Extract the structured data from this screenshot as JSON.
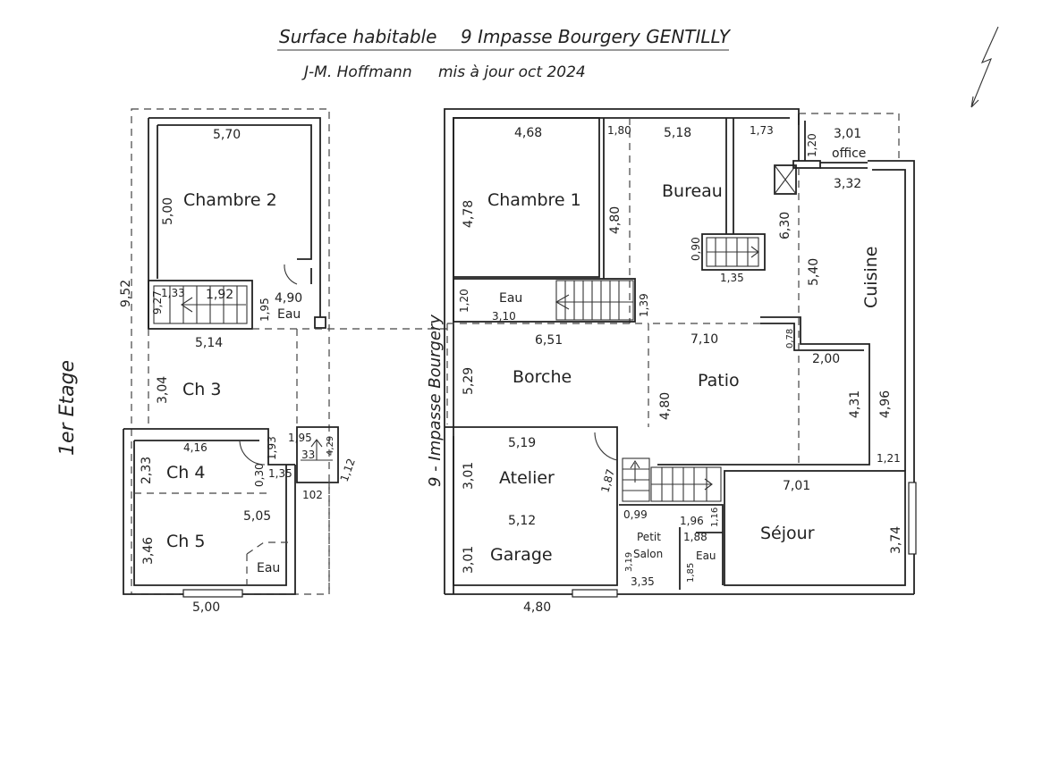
{
  "header": {
    "title_left": "Surface habitable",
    "title_right": "9 Impasse Bourgery GENTILLY",
    "author": "J-M. Hoffmann",
    "update": "mis à jour oct 2024"
  },
  "side": {
    "floor_label": "1er Etage",
    "street_label": "9 - Impasse Bourgery"
  },
  "upper_floor": {
    "rooms": {
      "chambre2": "Chambre 2",
      "ch3": "Ch 3",
      "ch4": "Ch 4",
      "ch5": "Ch 5",
      "eau_stair": "Eau",
      "eau_ch5": "Eau"
    },
    "dims": {
      "chambre2_width": "5,70",
      "chambre2_depth": "5,00",
      "total_depth": "9,52",
      "stair_a": "9,27",
      "stair_b": "1,33",
      "stair_c": "1,92",
      "eau_a": "1,95",
      "eau_b": "4,90",
      "ch3_width": "5,14",
      "ch3_depth": "3,04",
      "ch4_width": "4,16",
      "ch4_depth": "2,33",
      "door_a": "1,93",
      "door_b": "0,30",
      "corridor": "1,35",
      "stair2_a": "1,95",
      "stair2_b": "4,29",
      "stair2_c": "33",
      "right_depth": "1,12",
      "right_width": "102",
      "ch5_width": "5,05",
      "ch5_depth": "3,46",
      "bottom_width": "5,00"
    }
  },
  "ground_floor": {
    "rooms": {
      "chambre1": "Chambre 1",
      "bureau": "Bureau",
      "office": "office",
      "cuisine": "Cuisine",
      "eau": "Eau",
      "borche": "Borche",
      "patio": "Patio",
      "atelier": "Atelier",
      "garage": "Garage",
      "petit_salon_1": "Petit",
      "petit_salon_2": "Salon",
      "eau_small": "Eau",
      "sejour": "Séjour"
    },
    "dims": {
      "chambre1_width": "4,68",
      "chambre1_depth": "4,78",
      "corridor_width": "1,80",
      "corridor_depth": "4,80",
      "bureau_width": "5,18",
      "right_small": "1,73",
      "office_a": "1,20",
      "office_width": "3,01",
      "cuisine_width": "3,32",
      "bureau_depth": "6,30",
      "cuisine_depth": "5,40",
      "stair_a": "0,90",
      "stair_b": "1,35",
      "eau_depth": "1,20",
      "eau_width": "3,10",
      "stair_depth": "1,39",
      "borche_width": "6,51",
      "borche_depth": "5,29",
      "patio_width": "7,10",
      "patio_depth": "4,80",
      "patio_notch": "0,78",
      "patio_right": "2,00",
      "patio_right_depth": "4,31",
      "cuisine_lower": "4,96",
      "cuisine_bottom": "1,21",
      "atelier_width": "5,19",
      "atelier_depth": "3,01",
      "door_depth": "1,87",
      "garage_width": "5,12",
      "garage_depth": "3,01",
      "bottom_width": "4,80",
      "salon_a": "0,99",
      "salon_depth": "3,19",
      "salon_width": "3,35",
      "eau_a": "1,96",
      "eau_b": "1,16",
      "eau_c": "1,88",
      "eau_d": "1,85",
      "sejour_width": "7,01",
      "sejour_depth": "3,74"
    }
  }
}
